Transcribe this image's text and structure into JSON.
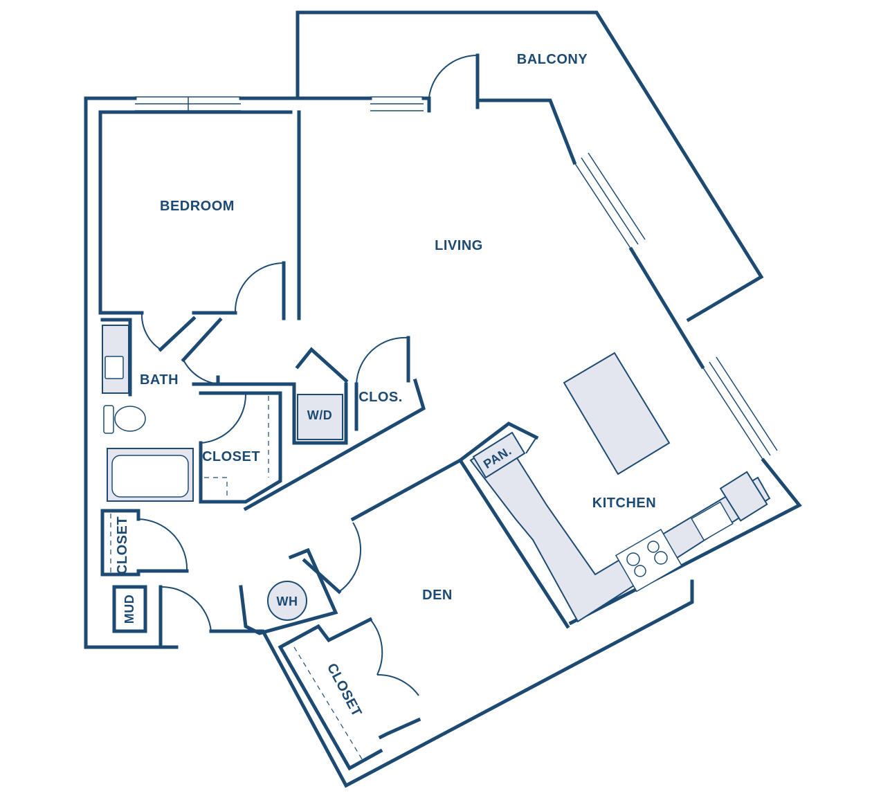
{
  "rooms": {
    "balcony": "BALCONY",
    "bedroom": "BEDROOM",
    "living": "LIVING",
    "bath": "BATH",
    "wd": "W/D",
    "clos": "CLOS.",
    "closet_bath": "CLOSET",
    "closet_hall": "CLOSET",
    "mud": "MUD",
    "pantry": "PAN.",
    "kitchen": "KITCHEN",
    "wh": "WH",
    "den": "DEN",
    "closet_den": "CLOSET"
  },
  "colors": {
    "wall": "#1c4a72",
    "fixture_fill": "#e3e6ef",
    "background": "#ffffff"
  }
}
